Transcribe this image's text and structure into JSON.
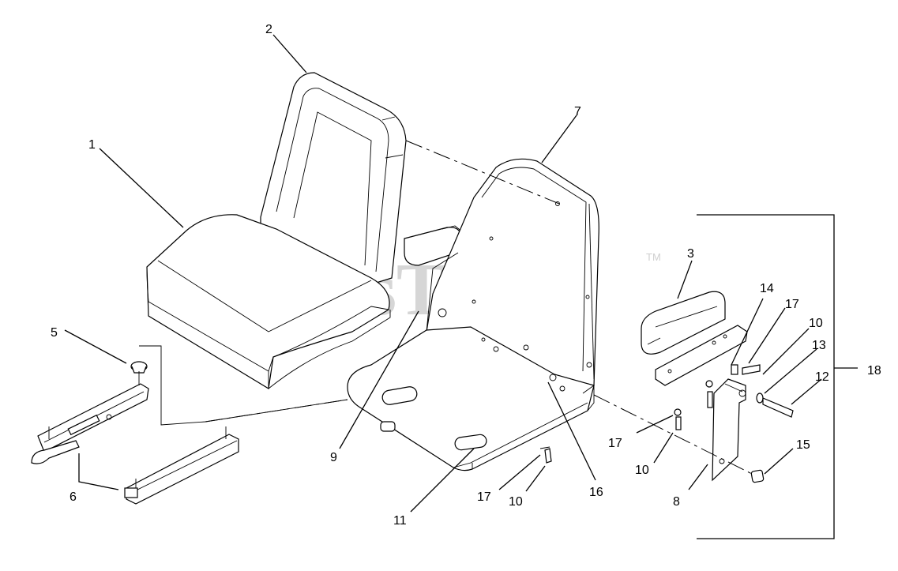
{
  "watermark": {
    "text": "PartsTree",
    "trademark": "TM"
  },
  "callouts": [
    {
      "id": "c1",
      "text": "1"
    },
    {
      "id": "c2",
      "text": "2"
    },
    {
      "id": "c3",
      "text": "3"
    },
    {
      "id": "c5",
      "text": "5"
    },
    {
      "id": "c6",
      "text": "6"
    },
    {
      "id": "c7",
      "text": "7"
    },
    {
      "id": "c8",
      "text": "8"
    },
    {
      "id": "c9",
      "text": "9"
    },
    {
      "id": "c10a",
      "text": "10"
    },
    {
      "id": "c10b",
      "text": "10"
    },
    {
      "id": "c10c",
      "text": "10"
    },
    {
      "id": "c11",
      "text": "11"
    },
    {
      "id": "c12",
      "text": "12"
    },
    {
      "id": "c13",
      "text": "13"
    },
    {
      "id": "c14",
      "text": "14"
    },
    {
      "id": "c15",
      "text": "15"
    },
    {
      "id": "c16",
      "text": "16"
    },
    {
      "id": "c17a",
      "text": "17"
    },
    {
      "id": "c17b",
      "text": "17"
    },
    {
      "id": "c17c",
      "text": "17"
    },
    {
      "id": "c18",
      "text": "18"
    }
  ]
}
